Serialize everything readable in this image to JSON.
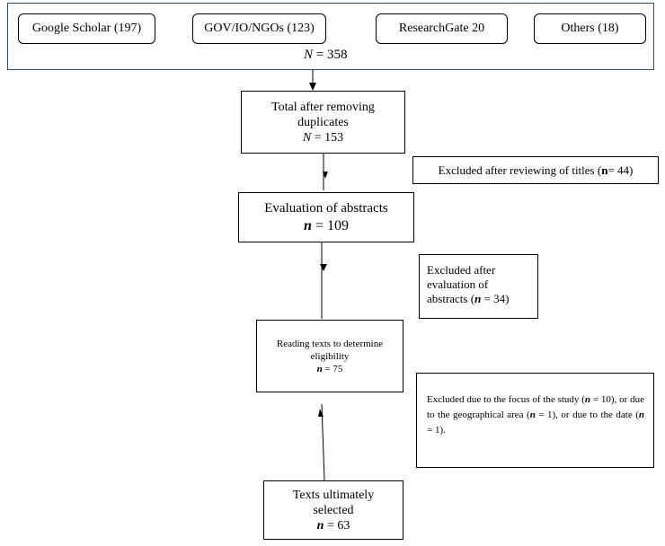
{
  "sources": {
    "google_scholar": "Google Scholar (197)",
    "gov_io_ngos": "GOV/IO/NGOs (123)",
    "researchgate": "ResearchGate 20",
    "others": "Others (18)",
    "total_var": "N",
    "total_value": " = 358"
  },
  "stages": {
    "duplicates": {
      "line1": "Total after removing",
      "line2": "duplicates",
      "var": "N",
      "value": " = 153"
    },
    "abstracts": {
      "line1": "Evaluation of abstracts",
      "var": "n",
      "value": " = 109"
    },
    "reading": {
      "line1": "Reading texts to determine",
      "line2": "eligibility",
      "var": "n",
      "value": " = 75"
    },
    "selected": {
      "line1": "Texts ultimately",
      "line2": "selected",
      "var": "n",
      "value": " = 63"
    }
  },
  "exclusions": {
    "titles": {
      "prefix": "Excluded after reviewing of titles (",
      "var": "n",
      "value": " = 44)"
    },
    "abstracts": {
      "line1": "Excluded after",
      "line2": "evaluation of",
      "line3_prefix": "abstracts (",
      "var": "n",
      "value": " = 34)"
    },
    "focus": {
      "p1": "Excluded due to the focus of the study (",
      "v1": "n",
      "p2": " = 10), or due to the geographical area (",
      "v2": "n",
      "p3": " = 1), or due to the date (",
      "v3": "n",
      "p4": " = 1)."
    }
  }
}
